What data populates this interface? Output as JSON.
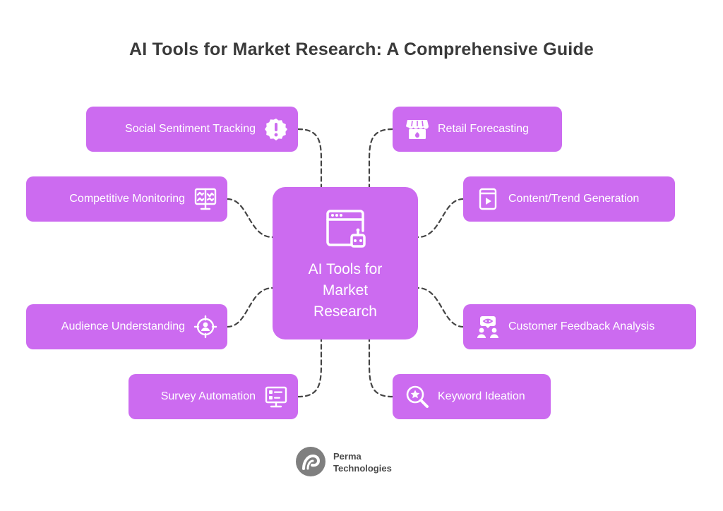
{
  "title": "AI Tools for Market Research: A Comprehensive Guide",
  "center": {
    "title": "AI Tools for\nMarket\nResearch",
    "icon": "browser-robot-icon"
  },
  "nodes": {
    "social_sentiment": {
      "label": "Social Sentiment Tracking",
      "icon": "exclamation-badge-icon"
    },
    "competitive_monitoring": {
      "label": "Competitive Monitoring",
      "icon": "monitor-dashboard-icon"
    },
    "audience_understanding": {
      "label": "Audience Understanding",
      "icon": "target-person-icon"
    },
    "survey_automation": {
      "label": "Survey Automation",
      "icon": "survey-screen-icon"
    },
    "retail_forecasting": {
      "label": "Retail Forecasting",
      "icon": "store-icon"
    },
    "content_trend": {
      "label": "Content/Trend Generation",
      "icon": "video-file-icon"
    },
    "customer_feedback": {
      "label": "Customer Feedback Analysis",
      "icon": "feedback-group-icon"
    },
    "keyword_ideation": {
      "label": "Keyword Ideation",
      "icon": "search-star-icon"
    }
  },
  "brand": {
    "name": "Perma\nTechnologies",
    "logo": "perma-logo-icon"
  },
  "colors": {
    "node_fill": "#cc6bf0",
    "connector": "#444444",
    "title_text": "#3a3a3a"
  }
}
